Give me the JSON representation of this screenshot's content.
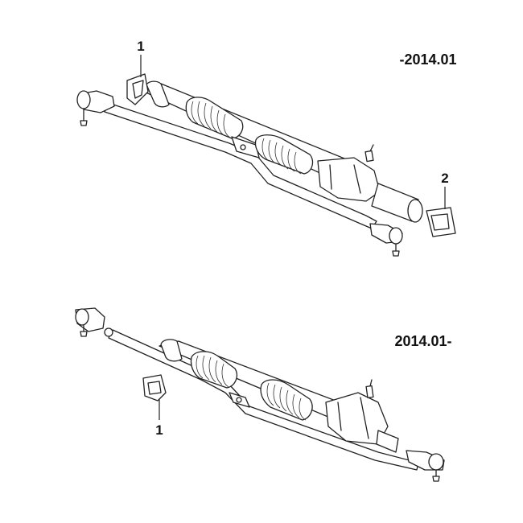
{
  "diagram": {
    "top_assembly": {
      "date_label": "-2014.01",
      "callouts": [
        {
          "label": "1",
          "target": "mounting bushing left"
        },
        {
          "label": "2",
          "target": "mounting bushing right"
        }
      ]
    },
    "bottom_assembly": {
      "date_label": "2014.01-",
      "callouts": [
        {
          "label": "1",
          "target": "mounting bushing"
        }
      ]
    }
  }
}
